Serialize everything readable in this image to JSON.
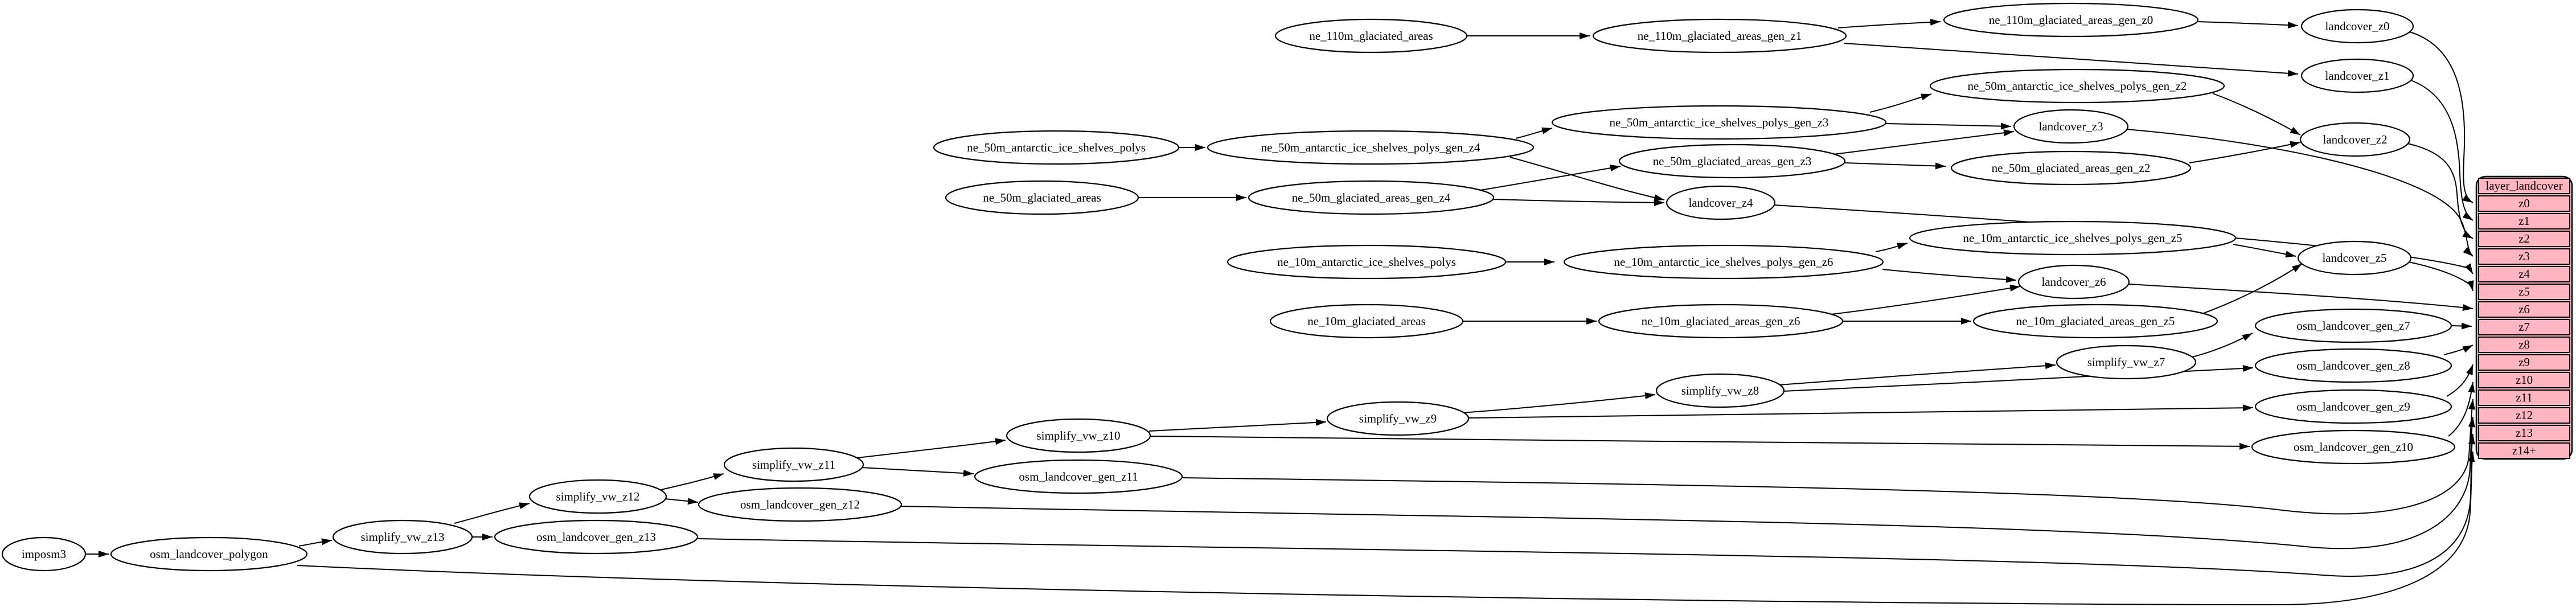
{
  "diagram": {
    "colors": {
      "background": "#ffffff",
      "node_fill": "#ffffff",
      "node_stroke": "#000000",
      "edge": "#000000",
      "table_fill": "#ffb6c1"
    },
    "nodes": {
      "imposm3": {
        "label": "imposm3"
      },
      "osm_landcover_polygon": {
        "label": "osm_landcover_polygon"
      },
      "simplify_vw_z13": {
        "label": "simplify_vw_z13"
      },
      "osm_landcover_gen_z13": {
        "label": "osm_landcover_gen_z13"
      },
      "simplify_vw_z12": {
        "label": "simplify_vw_z12"
      },
      "osm_landcover_gen_z12": {
        "label": "osm_landcover_gen_z12"
      },
      "simplify_vw_z11": {
        "label": "simplify_vw_z11"
      },
      "osm_landcover_gen_z11": {
        "label": "osm_landcover_gen_z11"
      },
      "simplify_vw_z10": {
        "label": "simplify_vw_z10"
      },
      "osm_landcover_gen_z10": {
        "label": "osm_landcover_gen_z10"
      },
      "simplify_vw_z9": {
        "label": "simplify_vw_z9"
      },
      "osm_landcover_gen_z9": {
        "label": "osm_landcover_gen_z9"
      },
      "simplify_vw_z8": {
        "label": "simplify_vw_z8"
      },
      "osm_landcover_gen_z8": {
        "label": "osm_landcover_gen_z8"
      },
      "simplify_vw_z7": {
        "label": "simplify_vw_z7"
      },
      "osm_landcover_gen_z7": {
        "label": "osm_landcover_gen_z7"
      },
      "ne_110m_glaciated_areas": {
        "label": "ne_110m_glaciated_areas"
      },
      "ne_110m_glaciated_areas_gen_z1": {
        "label": "ne_110m_glaciated_areas_gen_z1"
      },
      "ne_110m_glaciated_areas_gen_z0": {
        "label": "ne_110m_glaciated_areas_gen_z0"
      },
      "landcover_z0": {
        "label": "landcover_z0"
      },
      "landcover_z1": {
        "label": "landcover_z1"
      },
      "landcover_z2": {
        "label": "landcover_z2"
      },
      "landcover_z3": {
        "label": "landcover_z3"
      },
      "landcover_z4": {
        "label": "landcover_z4"
      },
      "landcover_z5": {
        "label": "landcover_z5"
      },
      "landcover_z6": {
        "label": "landcover_z6"
      },
      "ne_50m_antarctic_ice_shelves_polys": {
        "label": "ne_50m_antarctic_ice_shelves_polys"
      },
      "ne_50m_antarctic_ice_shelves_polys_gen_z4": {
        "label": "ne_50m_antarctic_ice_shelves_polys_gen_z4"
      },
      "ne_50m_antarctic_ice_shelves_polys_gen_z3": {
        "label": "ne_50m_antarctic_ice_shelves_polys_gen_z3"
      },
      "ne_50m_antarctic_ice_shelves_polys_gen_z2": {
        "label": "ne_50m_antarctic_ice_shelves_polys_gen_z2"
      },
      "ne_50m_glaciated_areas": {
        "label": "ne_50m_glaciated_areas"
      },
      "ne_50m_glaciated_areas_gen_z4": {
        "label": "ne_50m_glaciated_areas_gen_z4"
      },
      "ne_50m_glaciated_areas_gen_z3": {
        "label": "ne_50m_glaciated_areas_gen_z3"
      },
      "ne_50m_glaciated_areas_gen_z2": {
        "label": "ne_50m_glaciated_areas_gen_z2"
      },
      "ne_10m_antarctic_ice_shelves_polys": {
        "label": "ne_10m_antarctic_ice_shelves_polys"
      },
      "ne_10m_antarctic_ice_shelves_polys_gen_z6": {
        "label": "ne_10m_antarctic_ice_shelves_polys_gen_z6"
      },
      "ne_10m_antarctic_ice_shelves_polys_gen_z5": {
        "label": "ne_10m_antarctic_ice_shelves_polys_gen_z5"
      },
      "ne_10m_glaciated_areas": {
        "label": "ne_10m_glaciated_areas"
      },
      "ne_10m_glaciated_areas_gen_z6": {
        "label": "ne_10m_glaciated_areas_gen_z6"
      },
      "ne_10m_glaciated_areas_gen_z5": {
        "label": "ne_10m_glaciated_areas_gen_z5"
      }
    },
    "table": {
      "title": "layer_landcover",
      "fill": "#ffb6c1",
      "stroke": "#000000",
      "rows": [
        "z0",
        "z1",
        "z2",
        "z3",
        "z4",
        "z5",
        "z6",
        "z7",
        "z8",
        "z9",
        "z10",
        "z11",
        "z12",
        "z13",
        "z14+"
      ]
    },
    "edges": [
      {
        "from": "ne_110m_glaciated_areas",
        "to": "ne_110m_glaciated_areas_gen_z1"
      },
      {
        "from": "ne_110m_glaciated_areas_gen_z1",
        "to": "ne_110m_glaciated_areas_gen_z0"
      },
      {
        "from": "ne_110m_glaciated_areas_gen_z1",
        "to": "landcover_z1"
      },
      {
        "from": "ne_110m_glaciated_areas_gen_z0",
        "to": "landcover_z0"
      },
      {
        "from": "landcover_z0",
        "to": "layer_landcover.z0"
      },
      {
        "from": "landcover_z1",
        "to": "layer_landcover.z1"
      },
      {
        "from": "ne_50m_antarctic_ice_shelves_polys",
        "to": "ne_50m_antarctic_ice_shelves_polys_gen_z4"
      },
      {
        "from": "ne_50m_antarctic_ice_shelves_polys_gen_z4",
        "to": "ne_50m_antarctic_ice_shelves_polys_gen_z3"
      },
      {
        "from": "ne_50m_antarctic_ice_shelves_polys_gen_z4",
        "to": "landcover_z4"
      },
      {
        "from": "ne_50m_antarctic_ice_shelves_polys_gen_z3",
        "to": "ne_50m_antarctic_ice_shelves_polys_gen_z2"
      },
      {
        "from": "ne_50m_antarctic_ice_shelves_polys_gen_z3",
        "to": "landcover_z3"
      },
      {
        "from": "ne_50m_antarctic_ice_shelves_polys_gen_z2",
        "to": "landcover_z2"
      },
      {
        "from": "ne_50m_glaciated_areas",
        "to": "ne_50m_glaciated_areas_gen_z4"
      },
      {
        "from": "ne_50m_glaciated_areas_gen_z4",
        "to": "ne_50m_glaciated_areas_gen_z3"
      },
      {
        "from": "ne_50m_glaciated_areas_gen_z4",
        "to": "landcover_z4"
      },
      {
        "from": "ne_50m_glaciated_areas_gen_z3",
        "to": "ne_50m_glaciated_areas_gen_z2"
      },
      {
        "from": "ne_50m_glaciated_areas_gen_z3",
        "to": "landcover_z3"
      },
      {
        "from": "ne_50m_glaciated_areas_gen_z2",
        "to": "landcover_z2"
      },
      {
        "from": "landcover_z2",
        "to": "layer_landcover.z2"
      },
      {
        "from": "landcover_z3",
        "to": "layer_landcover.z3"
      },
      {
        "from": "landcover_z4",
        "to": "layer_landcover.z4"
      },
      {
        "from": "ne_10m_antarctic_ice_shelves_polys",
        "to": "ne_10m_antarctic_ice_shelves_polys_gen_z6"
      },
      {
        "from": "ne_10m_antarctic_ice_shelves_polys_gen_z6",
        "to": "ne_10m_antarctic_ice_shelves_polys_gen_z5"
      },
      {
        "from": "ne_10m_antarctic_ice_shelves_polys_gen_z6",
        "to": "landcover_z6"
      },
      {
        "from": "ne_10m_antarctic_ice_shelves_polys_gen_z5",
        "to": "landcover_z5"
      },
      {
        "from": "ne_10m_glaciated_areas",
        "to": "ne_10m_glaciated_areas_gen_z6"
      },
      {
        "from": "ne_10m_glaciated_areas_gen_z6",
        "to": "ne_10m_glaciated_areas_gen_z5"
      },
      {
        "from": "ne_10m_glaciated_areas_gen_z6",
        "to": "landcover_z6"
      },
      {
        "from": "ne_10m_glaciated_areas_gen_z5",
        "to": "landcover_z5"
      },
      {
        "from": "landcover_z5",
        "to": "layer_landcover.z5"
      },
      {
        "from": "landcover_z6",
        "to": "layer_landcover.z6"
      },
      {
        "from": "imposm3",
        "to": "osm_landcover_polygon"
      },
      {
        "from": "osm_landcover_polygon",
        "to": "simplify_vw_z13"
      },
      {
        "from": "osm_landcover_polygon",
        "to": "layer_landcover.z14+"
      },
      {
        "from": "simplify_vw_z13",
        "to": "osm_landcover_gen_z13"
      },
      {
        "from": "simplify_vw_z13",
        "to": "simplify_vw_z12"
      },
      {
        "from": "simplify_vw_z12",
        "to": "osm_landcover_gen_z12"
      },
      {
        "from": "simplify_vw_z12",
        "to": "simplify_vw_z11"
      },
      {
        "from": "simplify_vw_z11",
        "to": "osm_landcover_gen_z11"
      },
      {
        "from": "simplify_vw_z11",
        "to": "simplify_vw_z10"
      },
      {
        "from": "simplify_vw_z10",
        "to": "osm_landcover_gen_z10"
      },
      {
        "from": "simplify_vw_z10",
        "to": "simplify_vw_z9"
      },
      {
        "from": "simplify_vw_z9",
        "to": "osm_landcover_gen_z9"
      },
      {
        "from": "simplify_vw_z9",
        "to": "simplify_vw_z8"
      },
      {
        "from": "simplify_vw_z8",
        "to": "osm_landcover_gen_z8"
      },
      {
        "from": "simplify_vw_z8",
        "to": "simplify_vw_z7"
      },
      {
        "from": "simplify_vw_z7",
        "to": "osm_landcover_gen_z7"
      },
      {
        "from": "osm_landcover_gen_z7",
        "to": "layer_landcover.z7"
      },
      {
        "from": "osm_landcover_gen_z8",
        "to": "layer_landcover.z8"
      },
      {
        "from": "osm_landcover_gen_z9",
        "to": "layer_landcover.z9"
      },
      {
        "from": "osm_landcover_gen_z10",
        "to": "layer_landcover.z10"
      },
      {
        "from": "osm_landcover_gen_z11",
        "to": "layer_landcover.z11"
      },
      {
        "from": "osm_landcover_gen_z12",
        "to": "layer_landcover.z12"
      },
      {
        "from": "osm_landcover_gen_z13",
        "to": "layer_landcover.z13"
      }
    ]
  }
}
